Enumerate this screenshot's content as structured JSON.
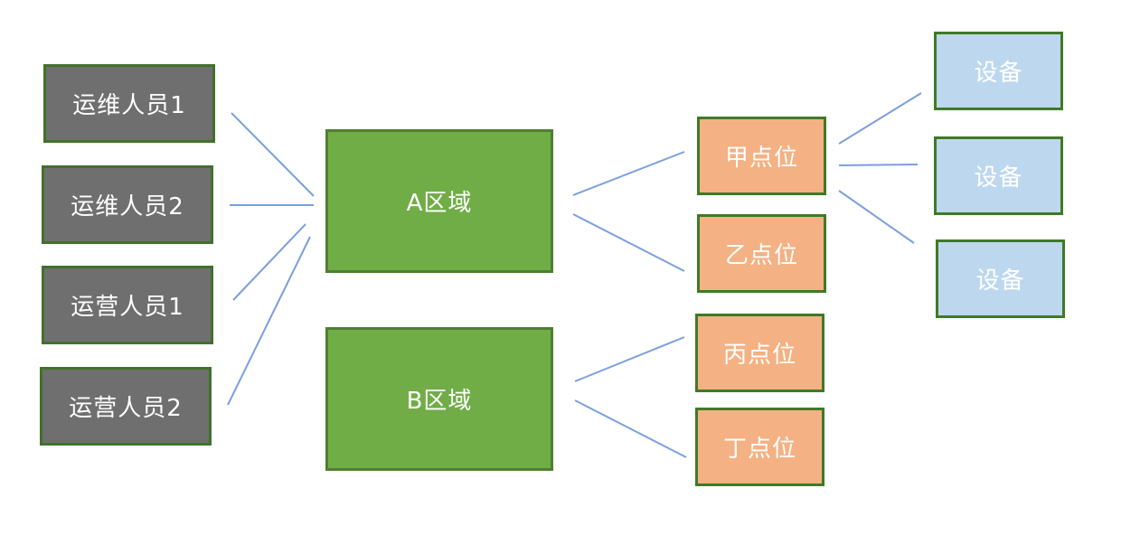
{
  "personnel": [
    {
      "label": "运维人员1"
    },
    {
      "label": "运维人员2"
    },
    {
      "label": "运营人员1"
    },
    {
      "label": "运营人员2"
    }
  ],
  "areas": [
    {
      "label": "A区域"
    },
    {
      "label": "B区域"
    }
  ],
  "points": [
    {
      "label": "甲点位"
    },
    {
      "label": "乙点位"
    },
    {
      "label": "丙点位"
    },
    {
      "label": "丁点位"
    }
  ],
  "devices": [
    {
      "label": "设备"
    },
    {
      "label": "设备"
    },
    {
      "label": "设备"
    }
  ],
  "colors": {
    "person_fill": "#6f6f6f",
    "area_fill": "#70ad47",
    "point_fill": "#f4b183",
    "device_fill": "#bdd7ee",
    "border": "#41712a",
    "connector": "#7b9fde"
  }
}
